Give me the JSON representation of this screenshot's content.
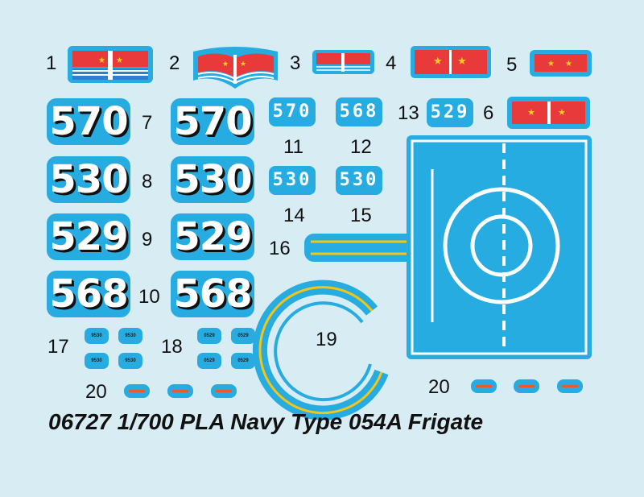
{
  "labels": {
    "l1": "1",
    "l2": "2",
    "l3": "3",
    "l4": "4",
    "l5": "5",
    "l6": "6",
    "l7": "7",
    "l8": "8",
    "l9": "9",
    "l10": "10",
    "l11": "11",
    "l12": "12",
    "l13": "13",
    "l14": "14",
    "l15": "15",
    "l16": "16",
    "l17": "17",
    "l18": "18",
    "l19": "19",
    "l20a": "20",
    "l20b": "20"
  },
  "hull_numbers": {
    "n7": "570",
    "n8": "530",
    "n9": "529",
    "n10": "568",
    "n11": "570",
    "n12": "568",
    "n13": "529",
    "n14": "530",
    "n15": "530"
  },
  "tiny": {
    "t17": "9530",
    "t18": "0529"
  },
  "title": "06727 1/700 PLA Navy Type 054A Frigate",
  "colors": {
    "background": "#d8ecf3",
    "decal_blue": "#27ace2",
    "flag_red": "#e83a3a",
    "star_yellow": "#f7d21e",
    "stripe_yellow": "#f3c614"
  }
}
